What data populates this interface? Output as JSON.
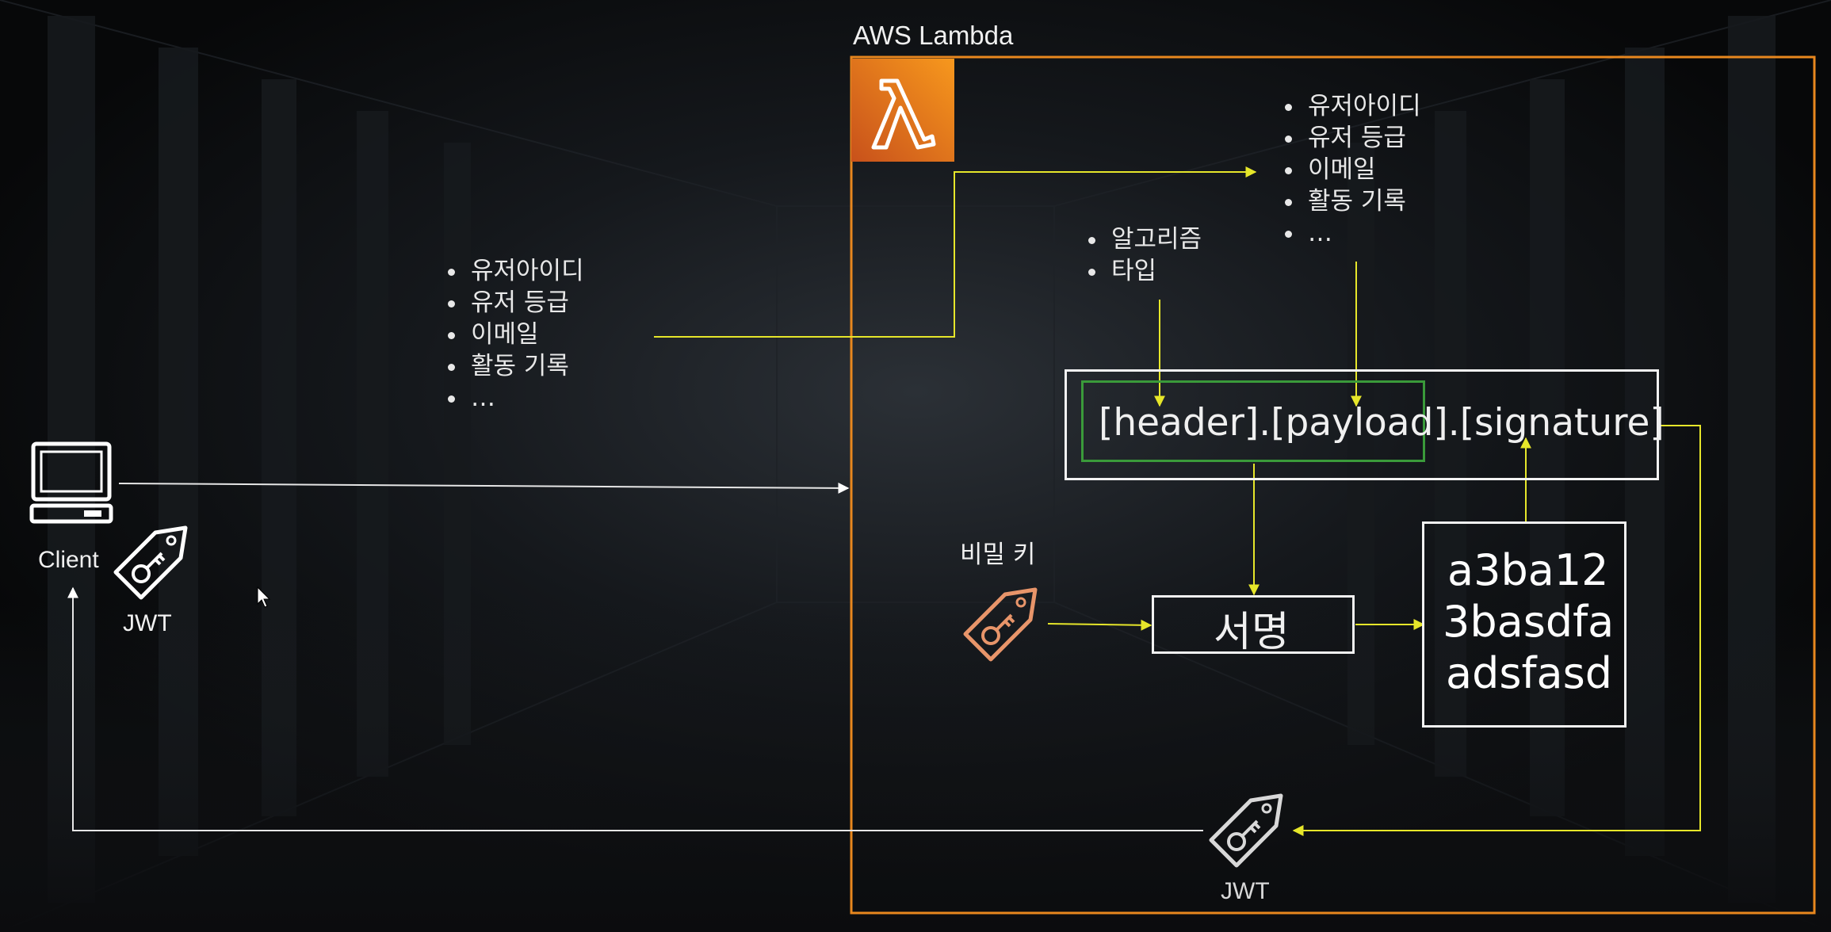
{
  "lambda": {
    "title": "AWS Lambda",
    "icon": "lambda-icon",
    "accent": "#e8871e"
  },
  "client": {
    "label": "Client",
    "icon": "computer-icon",
    "token_label": "JWT",
    "token_icon": "key-tag-icon"
  },
  "claims_left": [
    "유저아이디",
    "유저 등급",
    "이메일",
    "활동 기록",
    "…"
  ],
  "claims_right": [
    "유저아이디",
    "유저 등급",
    "이메일",
    "활동 기록",
    "…"
  ],
  "header_claims": [
    "알고리즘",
    "타입"
  ],
  "token_structure": "[header].[payload].[signature]",
  "secret_key": {
    "label": "비밀 키",
    "icon": "key-tag-icon",
    "color": "#e8956a"
  },
  "sign_box": "서명",
  "signature_value": [
    "a3ba12",
    "3basdfa",
    "adsfasd"
  ],
  "output_token": {
    "label": "JWT",
    "icon": "key-tag-icon"
  },
  "colors": {
    "arrow": "#e6e62a",
    "highlight": "#3a9a3a",
    "frame": "#e8871e"
  }
}
